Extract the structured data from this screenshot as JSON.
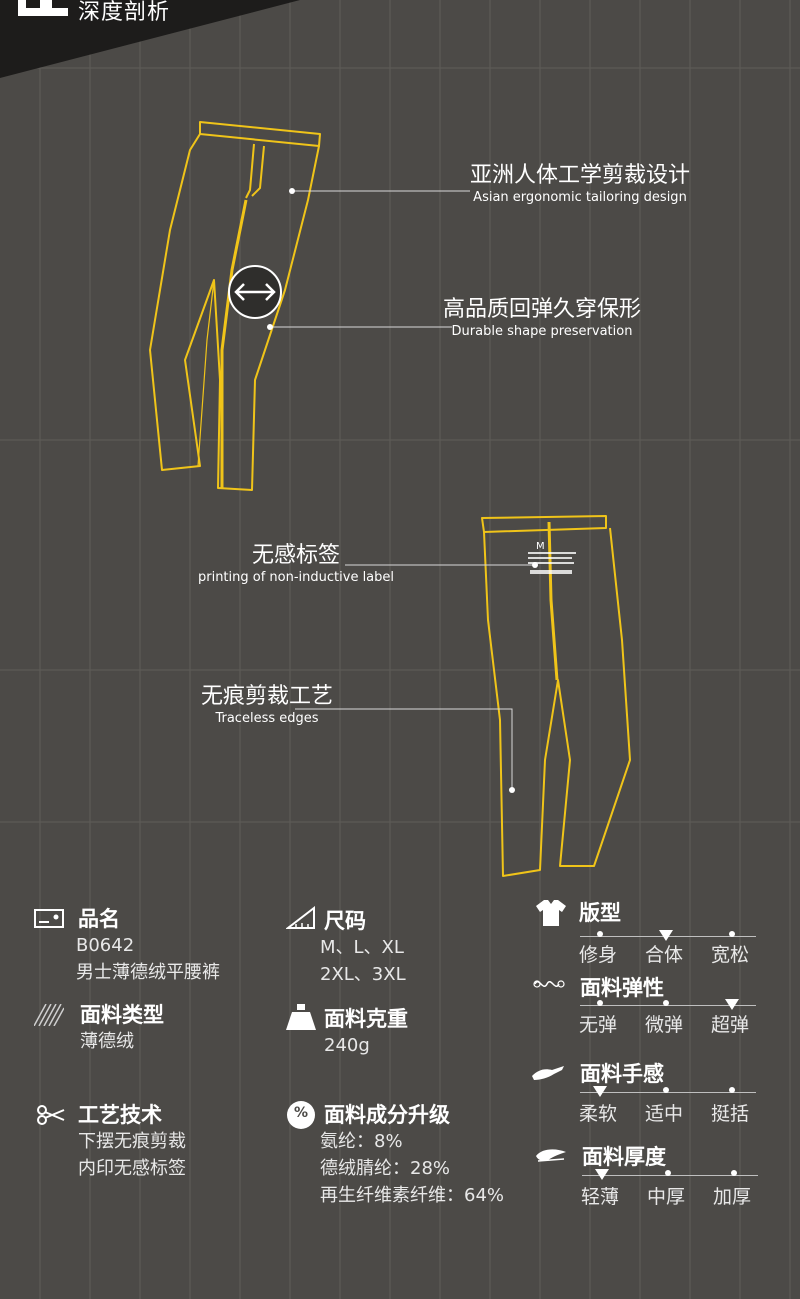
{
  "header": {
    "title": "深度剖析"
  },
  "callouts": [
    {
      "cn": "亚洲人体工学剪裁设计",
      "en": "Asian ergonomic tailoring design"
    },
    {
      "cn": "高品质回弹久穿保形",
      "en": "Durable shape preservation"
    },
    {
      "cn": "无感标签",
      "en": "printing of non-inductive label"
    },
    {
      "cn": "无痕剪裁工艺",
      "en": "Traceless edges"
    }
  ],
  "label_print": {
    "size": "M"
  },
  "specs": {
    "name": {
      "title": "品名",
      "lines": [
        "B0642",
        "男士薄德绒平腰裤"
      ]
    },
    "size": {
      "title": "尺码",
      "lines": [
        "M、L、XL",
        "2XL、3XL"
      ]
    },
    "fabric_type": {
      "title": "面料类型",
      "lines": [
        "薄德绒"
      ]
    },
    "weight": {
      "title": "面料克重",
      "lines": [
        "240g"
      ]
    },
    "craft": {
      "title": "工艺技术",
      "lines": [
        "下摆无痕剪裁",
        "内印无感标签"
      ]
    },
    "composition": {
      "title": "面料成分升级",
      "icon_text": "%",
      "lines": [
        "氨纶：8%",
        "德绒腈纶：28%",
        "再生纤维素纤维：64%"
      ]
    }
  },
  "scales": [
    {
      "title": "版型",
      "icon": "tshirt-icon",
      "options": [
        "修身",
        "合体",
        "宽松"
      ],
      "selected": 1
    },
    {
      "title": "面料弹性",
      "icon": "stretch-icon",
      "options": [
        "无弹",
        "微弹",
        "超弹"
      ],
      "selected": 2
    },
    {
      "title": "面料手感",
      "icon": "hand-icon",
      "options": [
        "柔软",
        "适中",
        "挺括"
      ],
      "selected": 0
    },
    {
      "title": "面料厚度",
      "icon": "thickness-icon",
      "options": [
        "轻薄",
        "中厚",
        "加厚"
      ],
      "selected": 0
    }
  ],
  "colors": {
    "background": "#4c4a47",
    "accent": "#f0c419",
    "band": "#1d1c1b",
    "grid": "#6a6864"
  }
}
